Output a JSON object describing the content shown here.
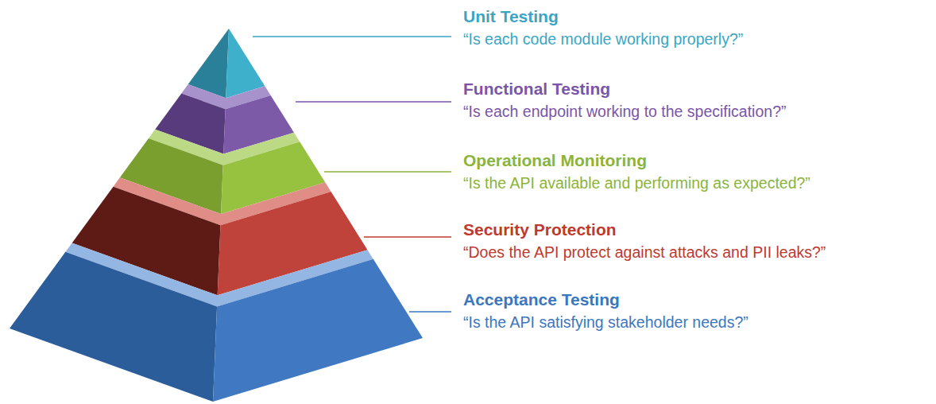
{
  "diagram": {
    "nodes": [
      {
        "text": [
          "Unit Testing",
          "“Is each code module working properly?”"
        ]
      },
      {
        "text": [
          "Functional Testing",
          "“Is each endpoint working to the specification?”"
        ]
      },
      {
        "text": [
          "Operational Monitoring",
          "“Is the API available and performing as expected?”"
        ]
      },
      {
        "text": [
          "Security Protection",
          "“Does the API protect against attacks and PII leaks?”"
        ]
      },
      {
        "text": [
          "Acceptance Testing",
          "“Is the API satisfying stakeholder needs?”"
        ]
      }
    ]
  }
}
